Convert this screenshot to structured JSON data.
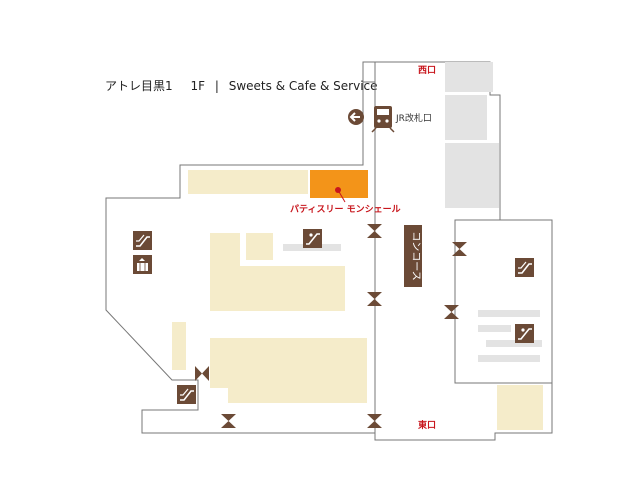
{
  "title": {
    "building": "アトレ目黒1",
    "floor": "1F",
    "separator": "|",
    "category": "Sweets & Cafe & Service"
  },
  "labels": {
    "west_exit": "西口",
    "east_exit": "東口",
    "jr_gate": "JR改札口",
    "concourse": "コンコース",
    "highlighted_shop": "パティスリー モンシェール"
  },
  "icons": [
    "escalator-icon",
    "elevator-icon",
    "train-icon",
    "arrow-left-icon",
    "door-icon",
    "location-pin-icon"
  ],
  "colors": {
    "highlight": "#f39419",
    "shop": "#f5ecca",
    "service": "#e3e3e3",
    "icon": "#6b4a36",
    "exit_label": "#c8161d",
    "outline": "#777777"
  }
}
